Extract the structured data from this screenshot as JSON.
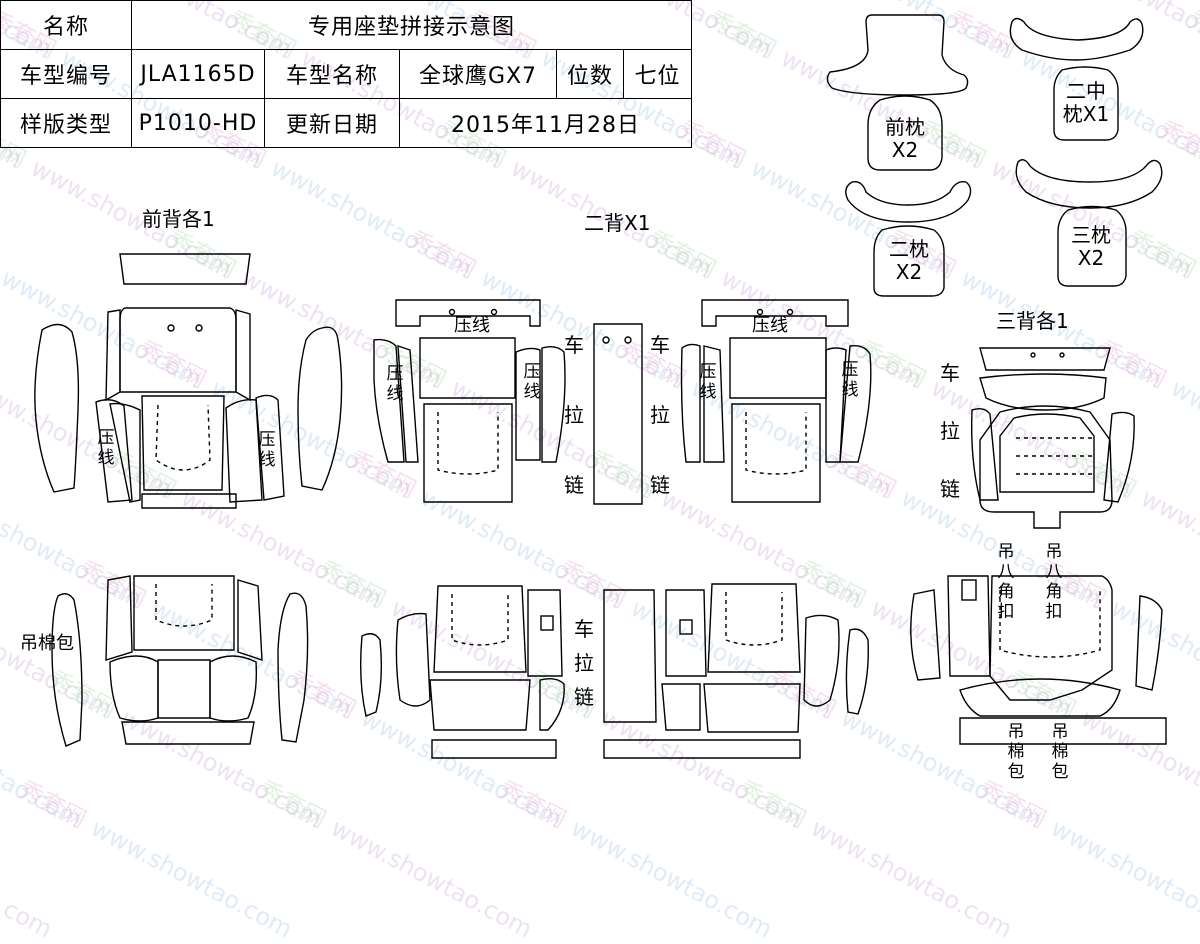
{
  "info_table": {
    "name_label": "名称",
    "title": "专用座垫拼接示意图",
    "model_code_label": "车型编号",
    "model_code": "JLA1165D",
    "model_name_label": "车型名称",
    "model_name": "全球鹰GX7",
    "seats_label": "位数",
    "seats": "七位",
    "template_type_label": "样版类型",
    "template_type": "P1010-HD",
    "update_date_label": "更新日期",
    "update_date": "2015年11月28日"
  },
  "sections": {
    "front_back": "前背各1",
    "second_back": "二背X1",
    "third_back": "三背各1"
  },
  "headrests": {
    "front_l1": "前枕",
    "front_l2": "X2",
    "second_mid_l1": "二中",
    "second_mid_l2": "枕X1",
    "second_l1": "二枕",
    "second_l2": "X2",
    "third_l1": "三枕",
    "third_l2": "X2"
  },
  "annotations": {
    "press_line": "压线",
    "press": "压",
    "line": "线",
    "car": "车",
    "pull": "拉",
    "chain": "链",
    "hang_cotton_bag": "吊棉包",
    "hang": "吊",
    "eight": "八",
    "corner": "角",
    "buckle": "扣",
    "cotton": "棉",
    "bag": "包"
  },
  "watermark": {
    "cn": "秀套网",
    "en": "www.showtao.com"
  },
  "colors": {
    "line": "#000000",
    "watermark_pink": "#e9a0c8",
    "watermark_blue": "#9dc3e8",
    "watermark_green": "#a6d9a6",
    "watermark_purple": "#c8a6e0"
  }
}
